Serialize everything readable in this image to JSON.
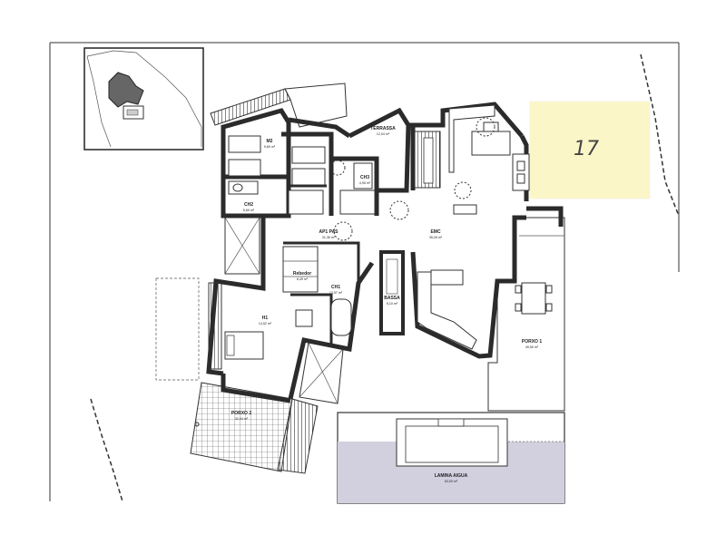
{
  "rooms": [
    {
      "id": "m2",
      "name": "M2",
      "area": "9,60 m²"
    },
    {
      "id": "terrassa",
      "name": "TERRASSA",
      "area": "12,04 m²"
    },
    {
      "id": "ch2",
      "name": "CH2",
      "area": "5,60 m²"
    },
    {
      "id": "ch3",
      "name": "CH3",
      "area": "4,95 m²"
    },
    {
      "id": "ap1",
      "name": "AP1 PAS",
      "area": "31,36 m²"
    },
    {
      "id": "emc",
      "name": "EMC",
      "area": "35,26 m²"
    },
    {
      "id": "rebedor",
      "name": "Rebedor",
      "area": "8,49 m²"
    },
    {
      "id": "ch1",
      "name": "CH1",
      "area": "13,97 m²"
    },
    {
      "id": "bassa",
      "name": "BASSA",
      "area": "5,10 m²"
    },
    {
      "id": "h1",
      "name": "H1",
      "area": "14,52 m²"
    },
    {
      "id": "porxo1",
      "name": "PORXO 1",
      "area": "49,50 m²"
    },
    {
      "id": "porxo2",
      "name": "PORXO 2",
      "area": "32,44 m²"
    },
    {
      "id": "lamina",
      "name": "LAMINA AIGUA",
      "area": "63,00 m²"
    }
  ],
  "sticky_note": {
    "text": "17",
    "color": "#fbf6c8"
  },
  "colors": {
    "wall": "#2b2b2b",
    "water": "#d2cfde",
    "note": "#fbf6c8"
  }
}
